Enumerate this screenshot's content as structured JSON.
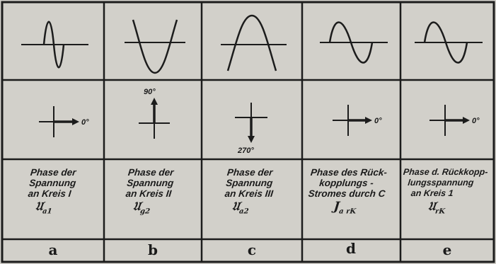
{
  "columns": [
    {
      "key": "a",
      "phase_label": "0°",
      "caption": [
        "Phase der",
        "Spannung",
        "an Kreis I"
      ],
      "symbol": "𝔘",
      "symbol_sub": "a1",
      "letter": "a"
    },
    {
      "key": "b",
      "phase_label": "90°",
      "caption": [
        "Phase der",
        "Spannung",
        "an Kreis II"
      ],
      "symbol": "𝔘",
      "symbol_sub": "g2",
      "letter": "b"
    },
    {
      "key": "c",
      "phase_label": "270°",
      "caption": [
        "Phase der",
        "Spannung",
        "an Kreis III"
      ],
      "symbol": "𝔘",
      "symbol_sub": "a2",
      "letter": "c"
    },
    {
      "key": "d",
      "phase_label": "0°",
      "caption": [
        "Phase des Rück-",
        "kopplungs -",
        "Stromes durch C"
      ],
      "symbol": "J",
      "symbol_sub": "a rK",
      "letter": "d"
    },
    {
      "key": "e",
      "phase_label": "0°",
      "caption": [
        "Phase d. Rückkopp-",
        "lungsspannung",
        "an Kreis 1"
      ],
      "symbol": "𝔘",
      "symbol_sub": "rK",
      "letter": "e"
    }
  ]
}
